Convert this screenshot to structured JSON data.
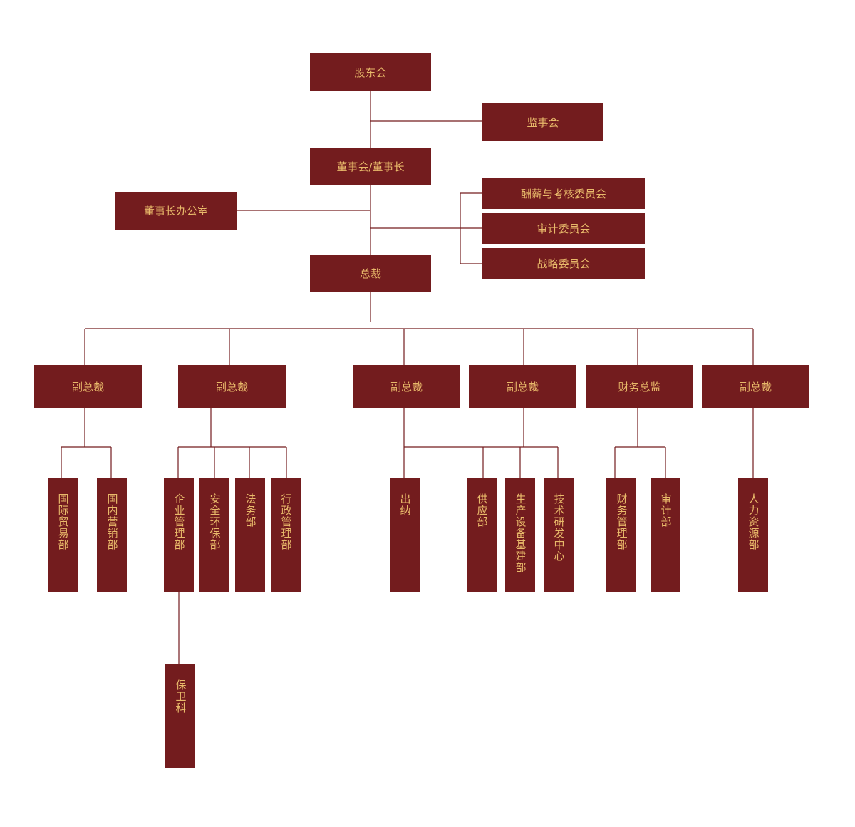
{
  "colors": {
    "box_fill": "#731c1e",
    "text": "#e8b96a",
    "line": "#731c1e"
  },
  "top": {
    "shareholders": "股东会",
    "supervisors": "监事会",
    "board": "董事会/董事长",
    "chairman_office": "董事长办公室",
    "compensation_committee": "酬薪与考核委员会",
    "audit_committee": "审计委员会",
    "strategy_committee": "战略委员会",
    "president": "总裁"
  },
  "executives": [
    "副总裁",
    "副总裁",
    "副总裁",
    "副总裁",
    "财务总监",
    "副总裁"
  ],
  "departments": [
    "国际贸易部",
    "国内营销部",
    "企业管理部",
    "安全环保部",
    "法务部",
    "行政管理部",
    "出纳",
    "供应部",
    "生产设备基建部",
    "技术研发中心",
    "财务管理部",
    "审计部",
    "人力资源部"
  ],
  "sub_departments": [
    "保卫科"
  ]
}
